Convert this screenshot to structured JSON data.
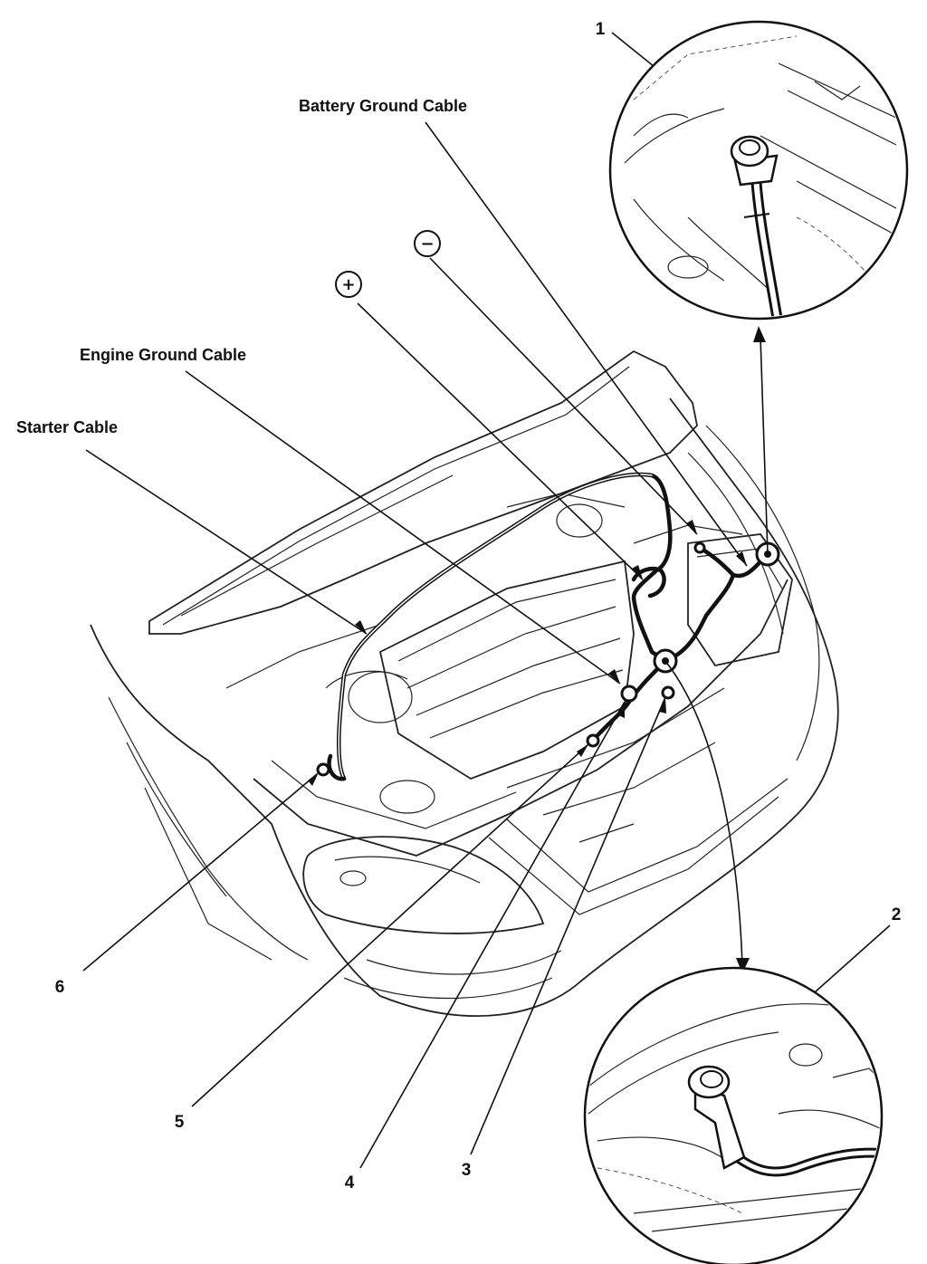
{
  "labels": {
    "battery_ground_cable": "Battery Ground Cable",
    "engine_ground_cable": "Engine Ground Cable",
    "starter_cable": "Starter Cable",
    "positive": "+",
    "negative": "−"
  },
  "callouts": [
    "1",
    "2",
    "3",
    "4",
    "5",
    "6"
  ],
  "colors": {
    "ink": "#111111",
    "background": "#ffffff"
  }
}
